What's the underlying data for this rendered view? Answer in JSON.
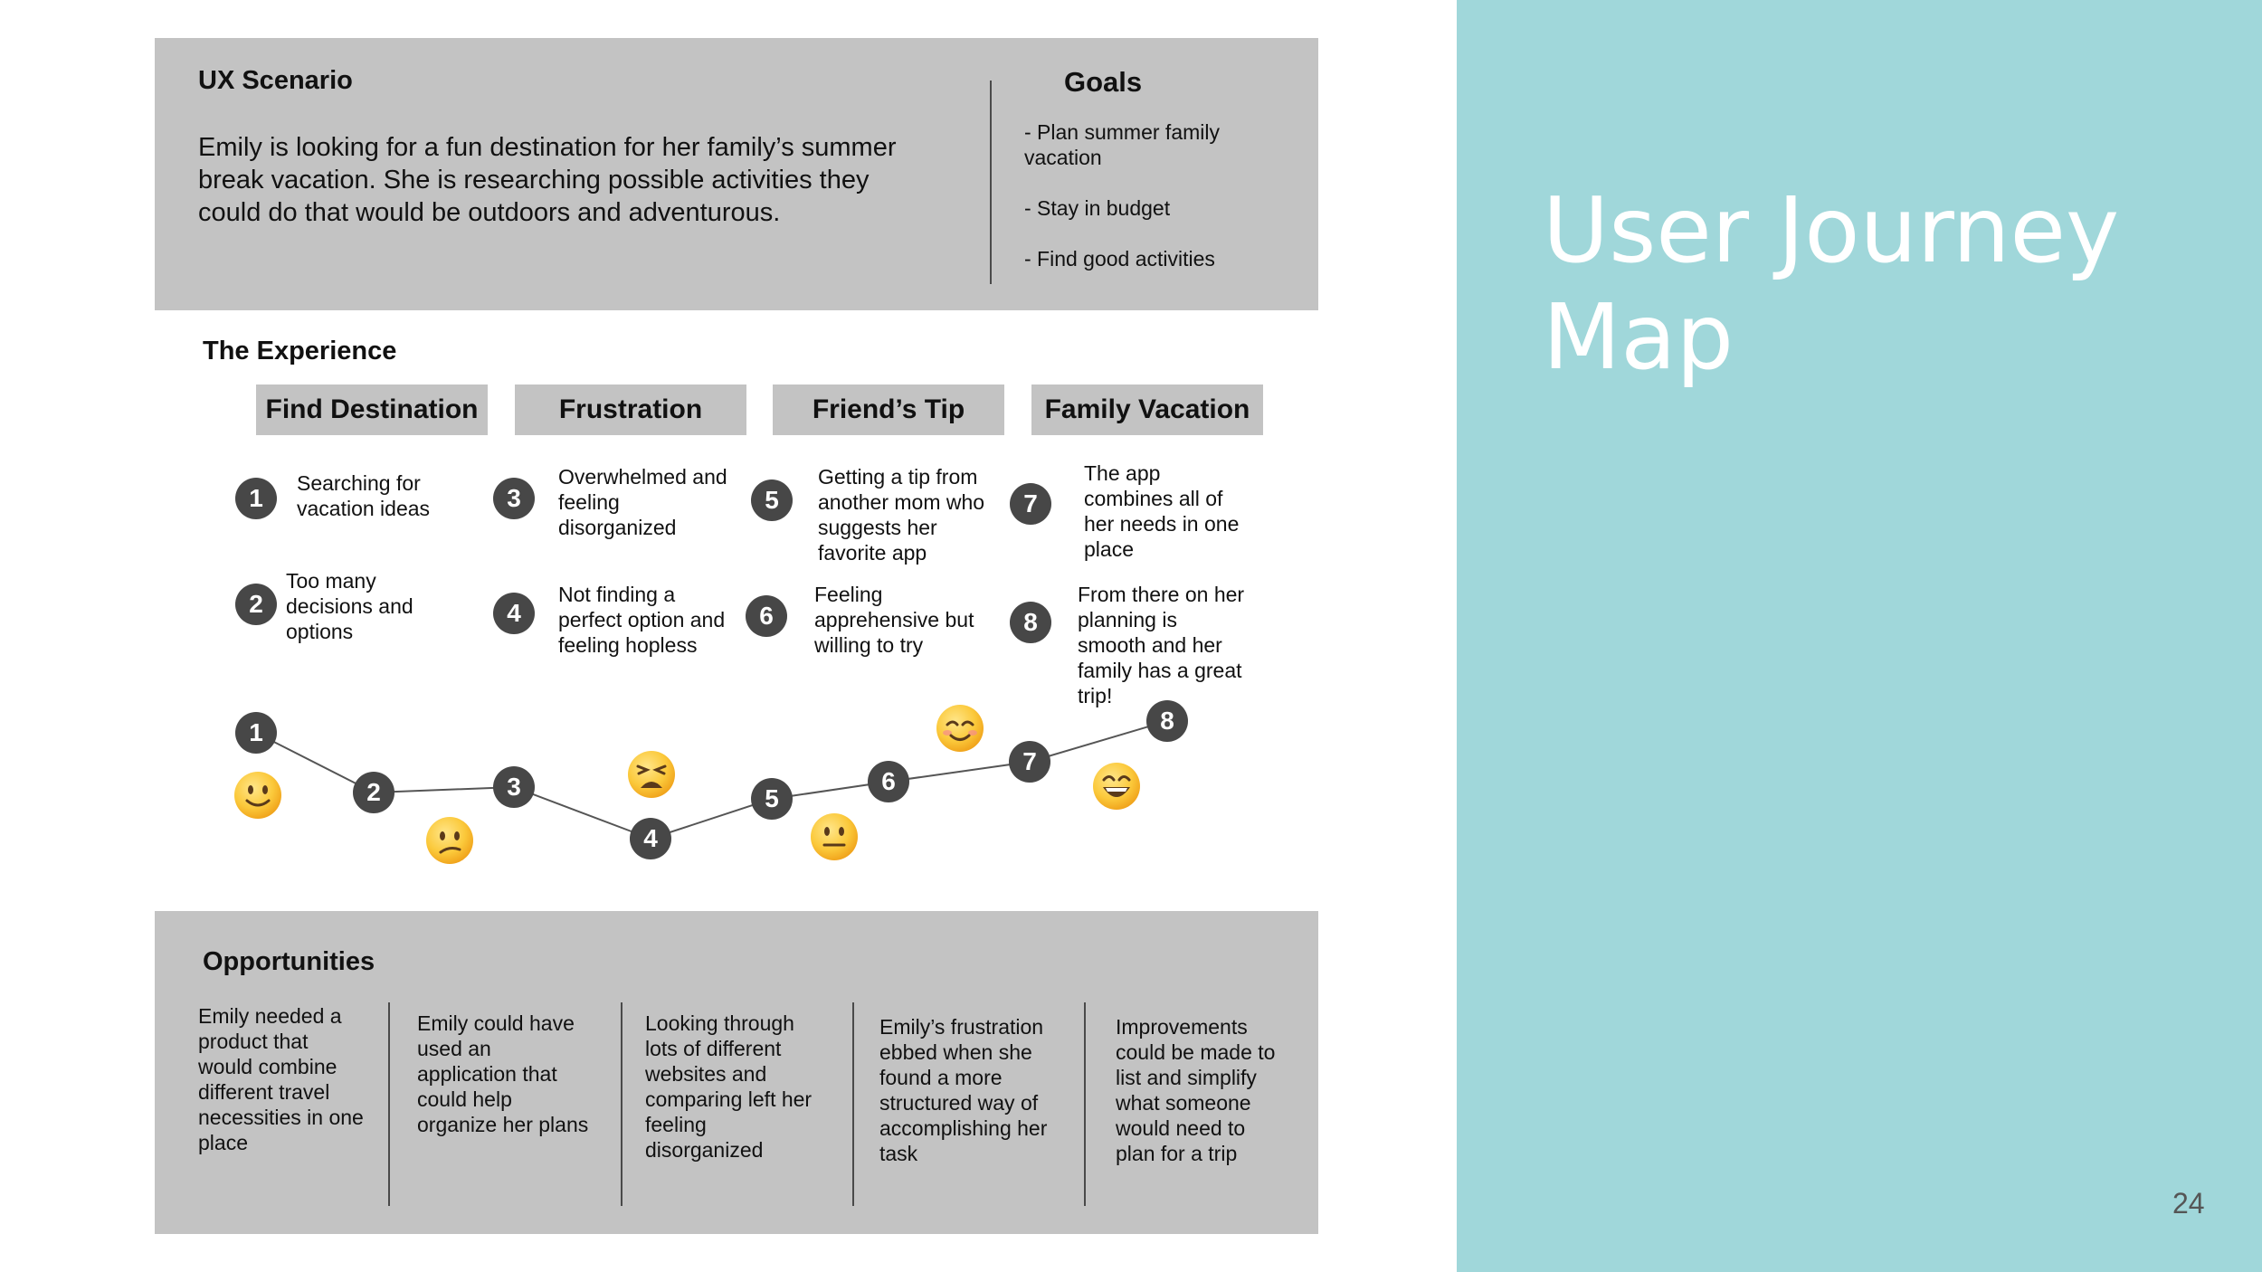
{
  "scenario": {
    "heading": "UX Scenario",
    "lines": [
      "Emily is looking for a fun destination for her family’s summer",
      "break vacation. She is researching possible activities they",
      "could do that would be outdoors and adventurous."
    ],
    "goals_heading": "Goals",
    "goals": [
      [
        "- Plan summer family",
        "vacation"
      ],
      [
        "- Stay in budget"
      ],
      [
        "- Find good activities"
      ]
    ]
  },
  "experience": {
    "heading": "The Experience",
    "phases": [
      "Find Destination",
      "Frustration",
      "Friend’s Tip",
      "Family Vacation"
    ],
    "steps": [
      {
        "num": "1",
        "lines": [
          "Searching for",
          "vacation ideas"
        ]
      },
      {
        "num": "2",
        "lines": [
          "Too many",
          "decisions and",
          "options"
        ]
      },
      {
        "num": "3",
        "lines": [
          "Overwhelmed and",
          "feeling",
          "disorganized"
        ]
      },
      {
        "num": "4",
        "lines": [
          "Not finding a",
          "perfect option and",
          "feeling hopless"
        ]
      },
      {
        "num": "5",
        "lines": [
          "Getting a tip from",
          "another mom who",
          "suggests her",
          "favorite app"
        ]
      },
      {
        "num": "6",
        "lines": [
          "Feeling",
          "apprehensive but",
          "willing to try"
        ]
      },
      {
        "num": "7",
        "lines": [
          "The app",
          "combines all of",
          "her needs in one",
          "place"
        ]
      },
      {
        "num": "8",
        "lines": [
          "From there on her",
          "planning is",
          "smooth and her",
          "family has a great",
          "trip!"
        ]
      }
    ],
    "journey_points": [
      "1",
      "2",
      "3",
      "4",
      "5",
      "6",
      "7",
      "8"
    ],
    "emotions": [
      "slightly-smiling-face",
      "confused-face",
      "weary-face",
      "neutral-face",
      "smiling-face",
      "grinning-face"
    ],
    "colors": {
      "badge": "#474747",
      "panel": "#c3c3c3",
      "face": "#fbc93b"
    }
  },
  "opportunities": {
    "heading": "Opportunities",
    "items": [
      [
        "Emily needed a",
        "product that",
        "would combine",
        "different travel",
        "necessities in one",
        "place"
      ],
      [
        "Emily could have",
        "used an",
        "application that",
        "could help",
        "organize her plans"
      ],
      [
        "Looking through",
        "lots of different",
        "websites and",
        "comparing left her",
        "feeling",
        "disorganized"
      ],
      [
        "Emily’s frustration",
        "ebbed when she",
        "found a more",
        "structured way of",
        "accomplishing her",
        "task"
      ],
      [
        "Improvements",
        "could be made to",
        "list and simplify",
        "what someone",
        "would need to",
        "plan for a trip"
      ]
    ]
  },
  "title_panel": {
    "title_lines": [
      "User Journey",
      "Map"
    ],
    "background": "#a0d7da"
  },
  "page_number": "24"
}
